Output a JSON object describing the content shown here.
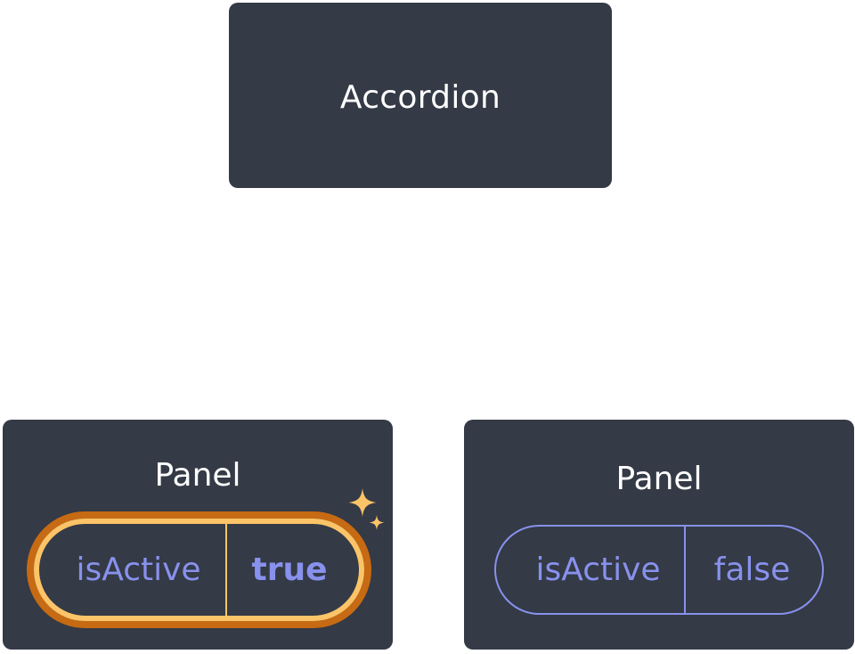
{
  "diagram": {
    "root": {
      "label": "Accordion"
    },
    "panels": [
      {
        "label": "Panel",
        "state": {
          "key": "isActive",
          "value": "true",
          "highlighted": true
        }
      },
      {
        "label": "Panel",
        "state": {
          "key": "isActive",
          "value": "false",
          "highlighted": false
        }
      }
    ]
  },
  "colors": {
    "node_background": "#343a46",
    "node_text": "#ffffff",
    "state_text": "#8891ec",
    "highlight_outer": "#c76a14",
    "highlight_inner": "#fbc468",
    "sparkle": "#fbc468"
  },
  "icons": {
    "highlight_marker": "sparkle-icon"
  }
}
